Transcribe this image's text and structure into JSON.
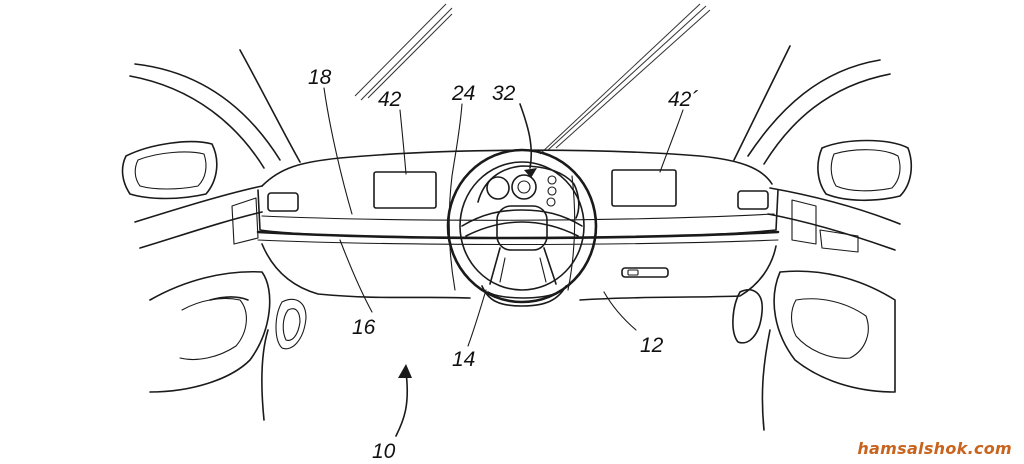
{
  "reference_labels": {
    "l18": "18",
    "l42": "42",
    "l24": "24",
    "l32": "32",
    "l42b": "42´",
    "l16": "16",
    "l14": "14",
    "l12": "12",
    "l10": "10"
  },
  "watermark": "hamsalshok.com",
  "colors": {
    "line": "#1a1a1a",
    "watermark": "#c8641e"
  }
}
